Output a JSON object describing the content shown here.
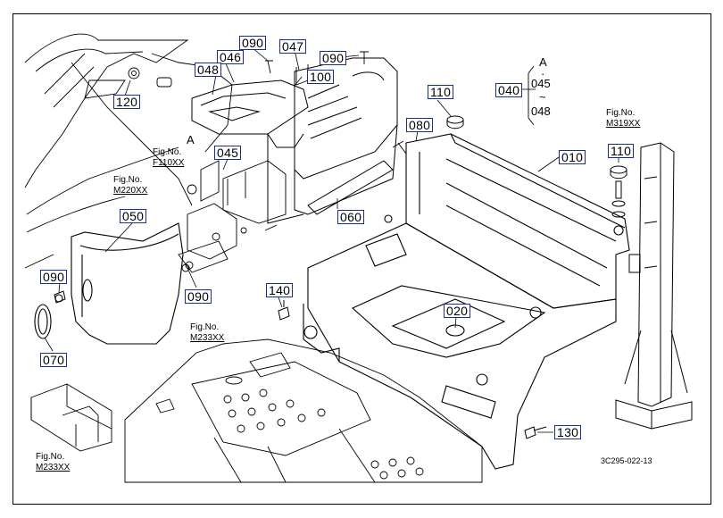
{
  "callouts": {
    "c010": "010",
    "c020": "020",
    "c040": "040",
    "c045": "045",
    "c046": "046",
    "c047": "047",
    "c048": "048",
    "c050": "050",
    "c060": "060",
    "c070": "070",
    "c080": "080",
    "c090a": "090",
    "c090b": "090",
    "c090c": "090",
    "c090d": "090",
    "c100": "100",
    "c110a": "110",
    "c110b": "110",
    "c120": "120",
    "c130": "130",
    "c140": "140"
  },
  "range": {
    "top": "A",
    "dot": "·",
    "from": "045",
    "tilde": "~",
    "to": "048"
  },
  "view_labels": {
    "a1": "A"
  },
  "fig_refs": [
    {
      "label": "Fig.No.",
      "code": "F110XX"
    },
    {
      "label": "Fig.No.",
      "code": "M220XX"
    },
    {
      "label": "Fig.No.",
      "code": "M233XX"
    },
    {
      "label": "Fig.No.",
      "code": "M233XX"
    },
    {
      "label": "Fig.No.",
      "code": "M319XX"
    }
  ],
  "drawing_id": "3C295-022-13",
  "colors": {
    "callout_border": "#1a2f8c",
    "line": "#000000"
  }
}
